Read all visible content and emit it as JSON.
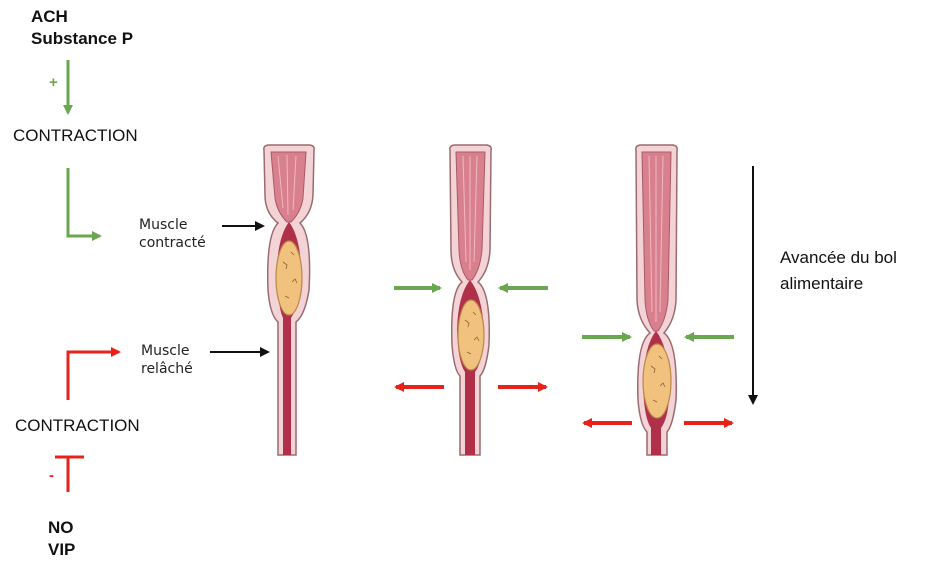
{
  "top_mediators": [
    "ACH",
    "Substance P"
  ],
  "bottom_mediators": [
    "NO",
    "VIP"
  ],
  "excite_sign": "+",
  "inhibit_sign": "-",
  "contraction_top": "CONTRACTION",
  "contraction_bottom": "CONTRACTION",
  "muscle_contracted": [
    "Muscle",
    "contracté"
  ],
  "muscle_relaxed": [
    "Muscle",
    "relâché"
  ],
  "progression": [
    "Avancée du bol",
    "alimentaire"
  ],
  "colors": {
    "excitatory": "#6aa84f",
    "inhibitory": "#e8221b",
    "arrow_black": "#111111",
    "tube_outer": "#f3d3d6",
    "tube_muscle": "#d9808f",
    "lumen": "#b0304a",
    "bolus": "#f1c27d"
  }
}
